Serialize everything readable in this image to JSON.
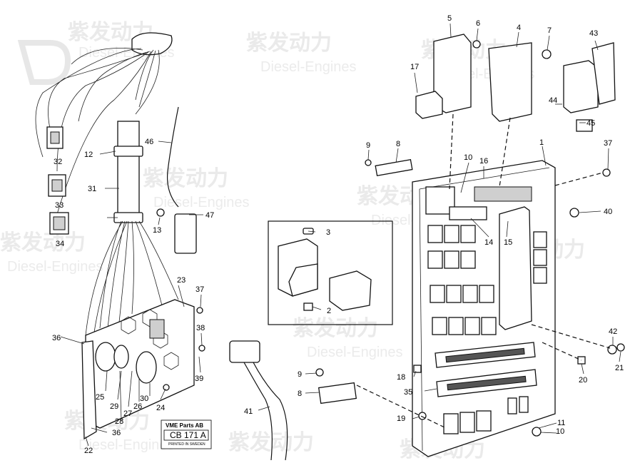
{
  "watermark": {
    "brand_cn": "紫发动力",
    "brand_en": "Diesel-Engines"
  },
  "stamp": {
    "title": "VME Parts AB",
    "code": "CB 171 A",
    "note": "PRINTED IN SWEDEN"
  },
  "callouts": {
    "c1": "1",
    "c2": "2",
    "c3": "3",
    "c4": "4",
    "c5": "5",
    "c6": "6",
    "c7": "7",
    "c8": "8",
    "c8b": "8",
    "c9": "9",
    "c9b": "9",
    "c10": "10",
    "c10b": "10",
    "c11": "11",
    "c12": "12",
    "c13": "13",
    "c14": "14",
    "c15": "15",
    "c16": "16",
    "c17": "17",
    "c18": "18",
    "c19": "19",
    "c20": "20",
    "c21": "21",
    "c22": "22",
    "c23": "23",
    "c24": "24",
    "c25": "25",
    "c26": "26",
    "c27": "27",
    "c28": "28",
    "c29": "29",
    "c30": "30",
    "c31": "31",
    "c32": "32",
    "c33": "33",
    "c34": "34",
    "c35": "35",
    "c36": "36",
    "c36b": "36",
    "c37": "37",
    "c37b": "37",
    "c38": "38",
    "c39": "39",
    "c40": "40",
    "c41": "41",
    "c42": "42",
    "c43": "43",
    "c44": "44",
    "c45": "45",
    "c46": "46",
    "c47": "47"
  }
}
